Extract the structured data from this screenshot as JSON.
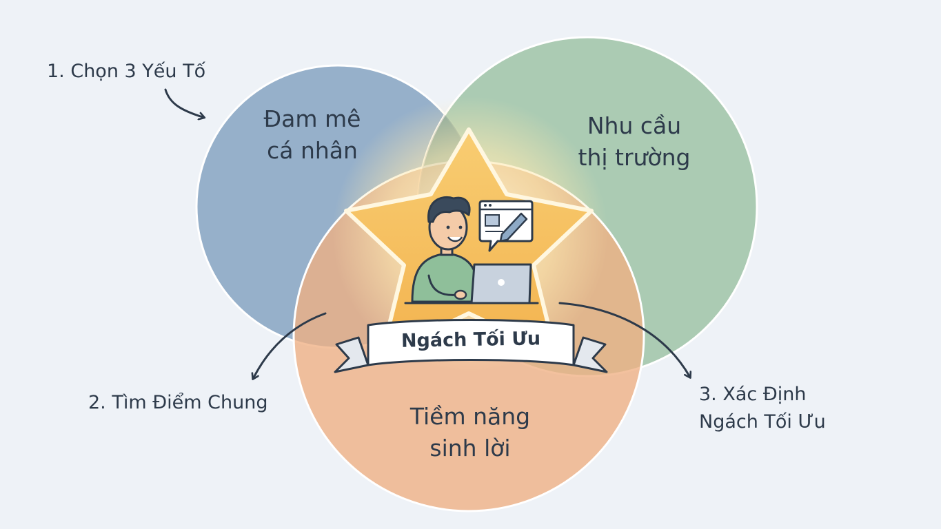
{
  "steps": {
    "step1": "1. Chọn 3 Yếu Tố",
    "step2": "2. Tìm Điểm Chung",
    "step3_line1": "3. Xác Định",
    "step3_line2": "Ngách Tối Ưu"
  },
  "circles": {
    "passion": {
      "line1": "Đam mê",
      "line2": "cá nhân",
      "color": "#8eaac6"
    },
    "market": {
      "line1": "Nhu cầu",
      "line2": "thị trường",
      "color": "#9cc2a4"
    },
    "profit": {
      "line1": "Tiềm năng",
      "line2": "sinh lời",
      "color": "#f0b083"
    }
  },
  "center": {
    "ribbon_label": "Ngách Tối Ưu",
    "star_color": "#f6c05c"
  },
  "icons": [
    "person-at-laptop-icon",
    "edit-document-icon",
    "star-icon"
  ]
}
